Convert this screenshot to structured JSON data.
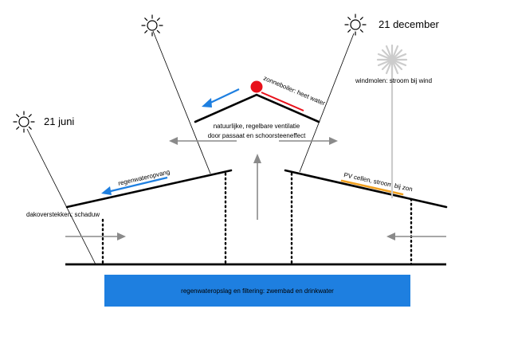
{
  "labels": {
    "date_summer": "21 juni",
    "date_winter": "21 december",
    "solar_boiler": "zonneboiler: heet water",
    "ventilation_line1": "natuurlijke, regelbare ventilatie",
    "ventilation_line2": "door passaat en schoorsteeneffect",
    "rain_collection": "regenwateropvang",
    "roof_overhang": "dakoverstekken: schaduw",
    "pv_cells": "PV cellen, stroom bij zon",
    "windmill": "windmolen: stroom bij wind",
    "storage": "regenwateropslag en filtering: zwembad en drinkwater"
  },
  "colors": {
    "water_tank": "#1e7fe0",
    "blue_arrow": "#1e7fe0",
    "boiler_dot": "#e8101a",
    "boiler_pipe": "#e8101a",
    "pv_strip": "#f0a020",
    "grey_arrows": "#8a8a8a",
    "windmill": "#cccccc"
  },
  "icons": [
    "sun-icon",
    "windmill-icon",
    "solar-boiler-icon"
  ]
}
